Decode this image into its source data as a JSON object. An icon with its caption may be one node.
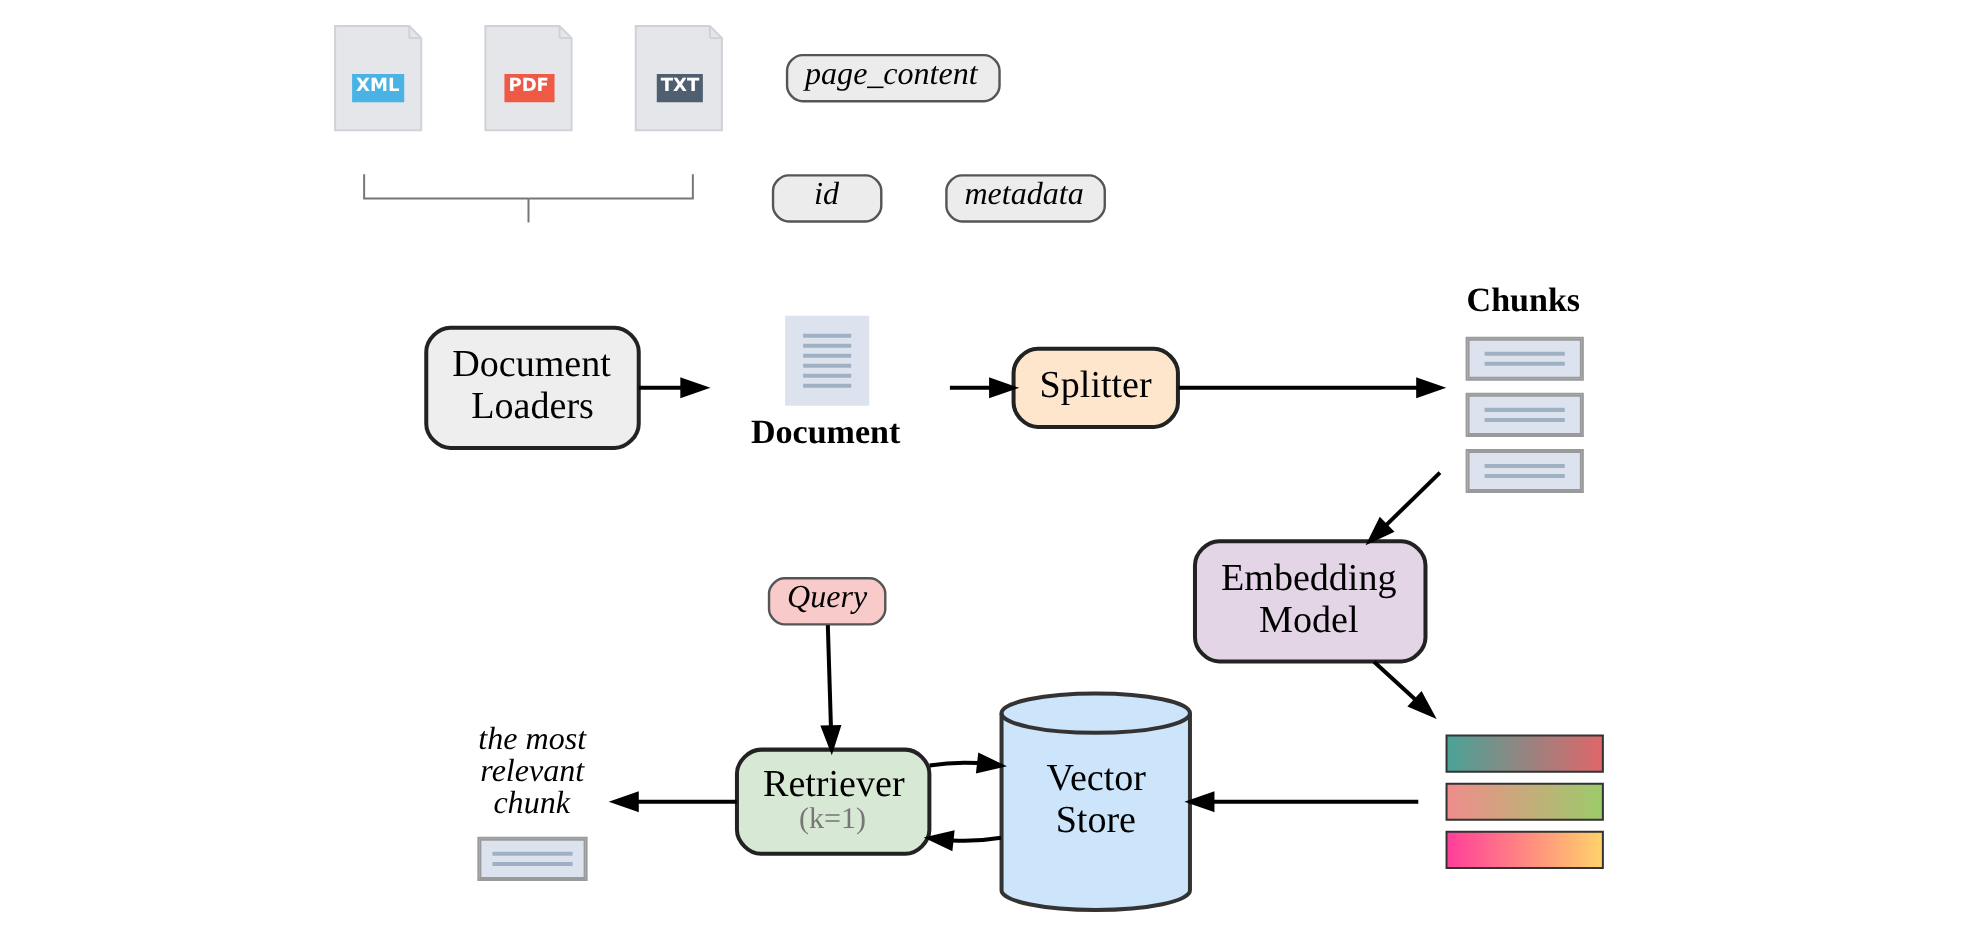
{
  "diagram": {
    "nodes": [
      {
        "text": [
          "XML"
        ]
      },
      {
        "text": [
          "PDF"
        ]
      },
      {
        "text": [
          "TXT"
        ]
      },
      {
        "text": [
          "page_content"
        ]
      },
      {
        "text": [
          "id"
        ]
      },
      {
        "text": [
          "metadata"
        ]
      },
      {
        "text": [
          "Document Loaders"
        ]
      },
      {
        "text": [
          "Document"
        ]
      },
      {
        "text": [
          "Splitter"
        ]
      },
      {
        "text": [
          "Chunks"
        ]
      },
      {
        "text": [
          "Embedding Model"
        ]
      },
      {
        "text": [
          "Query"
        ]
      },
      {
        "text": [
          "the most relevant chunk"
        ]
      },
      {
        "text": [
          "Retriever",
          "(k=1)"
        ]
      },
      {
        "text": [
          "Vector Store"
        ]
      },
      {
        "text": [],
        "shape": "picture"
      }
    ],
    "edges": [
      {
        "from": 6,
        "to": 7,
        "arrow": "to"
      },
      {
        "from": 7,
        "to": 8,
        "arrow": "to"
      },
      {
        "from": 8,
        "to": 9,
        "arrow": "to"
      },
      {
        "from": 9,
        "to": 10,
        "arrow": "to"
      },
      {
        "from": 10,
        "to": 15,
        "arrow": "to"
      },
      {
        "from": 15,
        "to": 14,
        "arrow": "to"
      },
      {
        "from": 14,
        "to": 13,
        "arrow": "to"
      },
      {
        "from": 13,
        "to": 14,
        "arrow": "to"
      },
      {
        "from": 11,
        "to": 13,
        "arrow": "to"
      },
      {
        "from": 13,
        "to": 12,
        "arrow": "to"
      }
    ]
  }
}
